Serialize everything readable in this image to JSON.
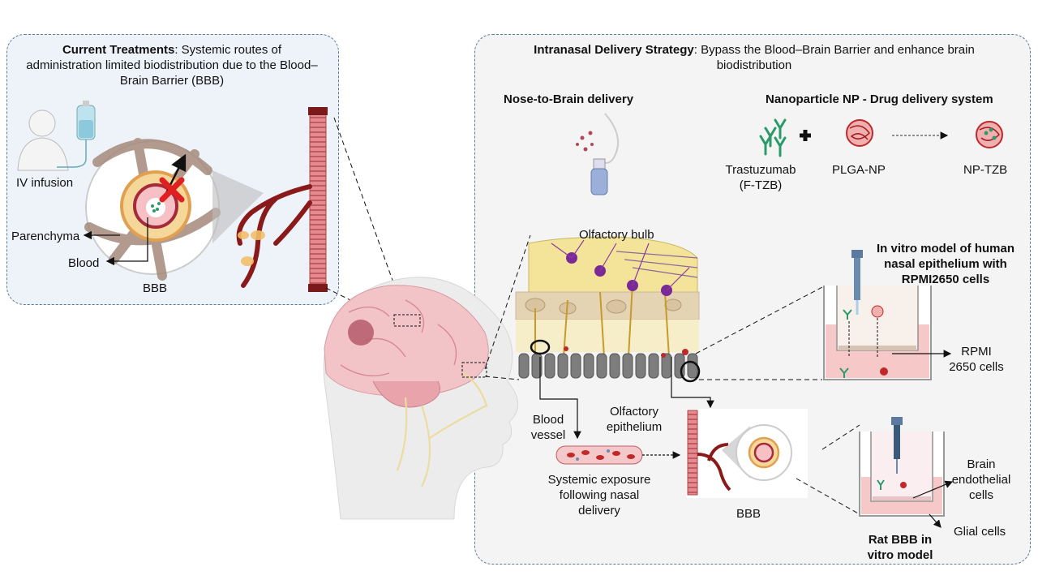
{
  "left": {
    "heading_bold": "Current Treatments",
    "heading_line1_rest": ": Systemic routes of",
    "heading_line2": "administration  limited biodistribution due to the Blood–",
    "heading_line3": "Brain Barrier (BBB)",
    "iv_infusion": "IV infusion",
    "parenchyma": "Parenchyma",
    "blood": "Blood",
    "bbb": "BBB"
  },
  "right": {
    "heading_bold": "Intranasal Delivery Strategy",
    "heading_line1_rest": ": Bypass the Blood–Brain Barrier and enhance brain",
    "heading_line2": "biodistribution",
    "nose_to_brain": "Nose-to-Brain delivery",
    "np_system": "Nanoparticle NP - Drug delivery system",
    "trastuzumab_1": "Trastuzumab",
    "trastuzumab_2": "(F-TZB)",
    "plga": "PLGA-NP",
    "nptzb": "NP-TZB",
    "olfactory_bulb": "Olfactory bulb",
    "invitro_1": "In vitro model of human",
    "invitro_2": "nasal epithelium with",
    "invitro_3": "RPMI2650 cells",
    "rpmi_1": "RPMI",
    "rpmi_2": "2650 cells",
    "blood_vessel_1": "Blood",
    "blood_vessel_2": "vessel",
    "olf_epi_1": "Olfactory",
    "olf_epi_2": "epithelium",
    "systemic_1": "Systemic exposure",
    "systemic_2": "following nasal",
    "systemic_3": "delivery",
    "bbb": "BBB",
    "brain_endo_1": "Brain",
    "brain_endo_2": "endothelial",
    "brain_endo_3": "cells",
    "glial": "Glial cells",
    "rat_bbb_1": "Rat BBB in",
    "rat_bbb_2": "vitro model"
  },
  "colors": {
    "left_panel_bg": "#eef3fa",
    "right_panel_bg": "#f4f4f4",
    "panel_border": "#5a7a9a",
    "vessel": "#e07a80",
    "vessel_dark": "#7a1a1a",
    "astrocyte": "#a58a7a",
    "neuron": "#8a3aa0",
    "bulb": "#f4e49a",
    "antibody": "#2a9a6a",
    "nanoparticle": "#c0282a",
    "cross": "#e02020"
  }
}
